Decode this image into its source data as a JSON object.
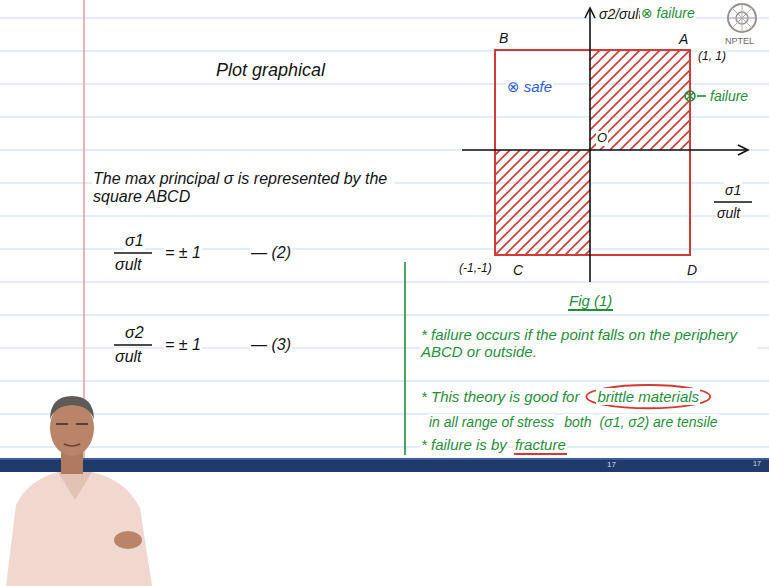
{
  "diagram": {
    "title": "Plot graphical",
    "labels": [
      "The max principal σ is represented by the square ABCD",
      "σ1",
      "σult",
      "= ± 1",
      "— (2)",
      "σ2",
      "σult",
      "= ± 1",
      "— (3)",
      "σ2/σult",
      "σ1",
      "σult",
      "B",
      "A",
      "(1, 1)",
      "C",
      "(-1,-1)",
      "D",
      "O",
      "⊗ safe",
      "⊗ failure",
      "failure",
      "Fig (1)",
      "* failure occurs if the point falls on the periphery ABCD or outside.",
      "* This theory is good for",
      "brittle materials",
      "in all range of stress",
      "both",
      "(σ1, σ2) are tensile",
      "* failure is by",
      "fracture",
      "NPTEL",
      "17",
      "17"
    ]
  }
}
